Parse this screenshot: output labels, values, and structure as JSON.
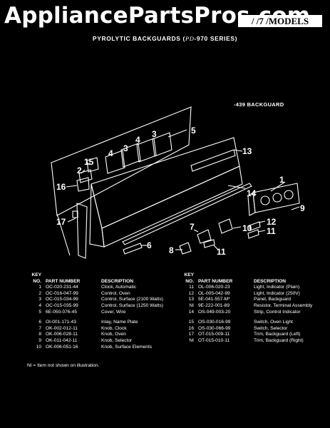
{
  "watermark": "AppliancePartsPros.com",
  "models_tag": "/ /7 /MODELS",
  "title": {
    "prefix": "PYROLYTIC BACKGUARDS (",
    "series_script": "PD",
    "series": "-970 SERIES)"
  },
  "subtitle": "-439 BACKGUARD",
  "callouts": [
    "1",
    "2",
    "3",
    "3",
    "4",
    "4",
    "5",
    "6",
    "7",
    "8",
    "9",
    "10",
    "11",
    "12",
    "13",
    "14",
    "15",
    "16",
    "17"
  ],
  "legend_header": {
    "key": "KEY",
    "no": "NO.",
    "part_number": "PART NUMBER",
    "description": "DESCRIPTION"
  },
  "parts_left": [
    {
      "no": "1",
      "pn": "OC-020-231-44",
      "desc": "Clock, Automatic"
    },
    {
      "no": "2",
      "pn": "OC-016-047-99",
      "desc": "Control, Oven"
    },
    {
      "no": "3",
      "pn": "OC-015-034-99",
      "desc": "Control, Surface (2100 Watts)"
    },
    {
      "no": "4",
      "pn": "OC-015-035-99",
      "desc": "Control, Surface (1250 Watts)"
    },
    {
      "no": "5",
      "pn": "6E-050-076-45",
      "desc": "Cover, Wire"
    },
    {
      "no": "6",
      "pn": "OI-001-171-43",
      "desc": "Inlay, Name Plate"
    },
    {
      "no": "7",
      "pn": "OK-002-012-11",
      "desc": "Knob, Clock"
    },
    {
      "no": "8",
      "pn": "OK-006-028-11",
      "desc": "Knob, Oven"
    },
    {
      "no": "9",
      "pn": "OK-011-042-11",
      "desc": "Knob, Selector"
    },
    {
      "no": "10",
      "pn": "OK-006-051-16",
      "desc": "Knob, Surface Elements"
    }
  ],
  "parts_right": [
    {
      "no": "11",
      "pn": "OL-006-020-23",
      "desc": "Light, Indicator (Plain)"
    },
    {
      "no": "12",
      "pn": "OL-005-042-99",
      "desc": "Light, Indicator (250V)"
    },
    {
      "no": "13",
      "pn": "5E-041-557-M*",
      "desc": "Panel, Backguard"
    },
    {
      "no": "NI",
      "pn": "9E-222-001-89",
      "desc": "Resistor, Terminal Assembly"
    },
    {
      "no": "14",
      "pn": "OS-049-003-20",
      "desc": "Strip, Control Indicator"
    },
    {
      "no": "15",
      "pn": "OS-030-016-99",
      "desc": "Switch, Oven Light"
    },
    {
      "no": "16",
      "pn": "OS-030-066-99",
      "desc": "Switch, Selector"
    },
    {
      "no": "17",
      "pn": "OT-015-009-11",
      "desc": "Trim, Backguard (Left)"
    },
    {
      "no": "NI",
      "pn": "OT-015-010-11",
      "desc": "Trim, Backguard (Right)"
    }
  ],
  "note": "NI = Item not shown on illustration."
}
